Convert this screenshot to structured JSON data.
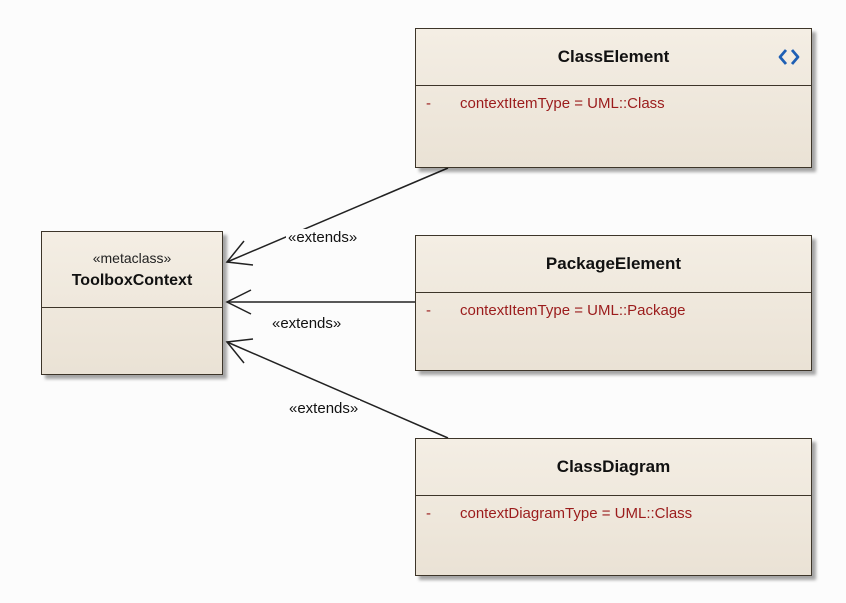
{
  "metaclass": {
    "stereotype": "«metaclass»",
    "name": "ToolboxContext"
  },
  "classes": [
    {
      "name": "ClassElement",
      "attr_visibility": "-",
      "attr": "contextItemType = UML::Class",
      "icon": "interface-stereotype-icon"
    },
    {
      "name": "PackageElement",
      "attr_visibility": "-",
      "attr": "contextItemType = UML::Package"
    },
    {
      "name": "ClassDiagram",
      "attr_visibility": "-",
      "attr": "contextDiagramType = UML::Class"
    }
  ],
  "relations": [
    {
      "label": "«extends»"
    },
    {
      "label": "«extends»"
    },
    {
      "label": "«extends»"
    }
  ],
  "colors": {
    "box_fill": "#f1ebe1",
    "border": "#3d3529",
    "attribute_text": "#9b1c1c",
    "icon": "#1e5fb4"
  }
}
